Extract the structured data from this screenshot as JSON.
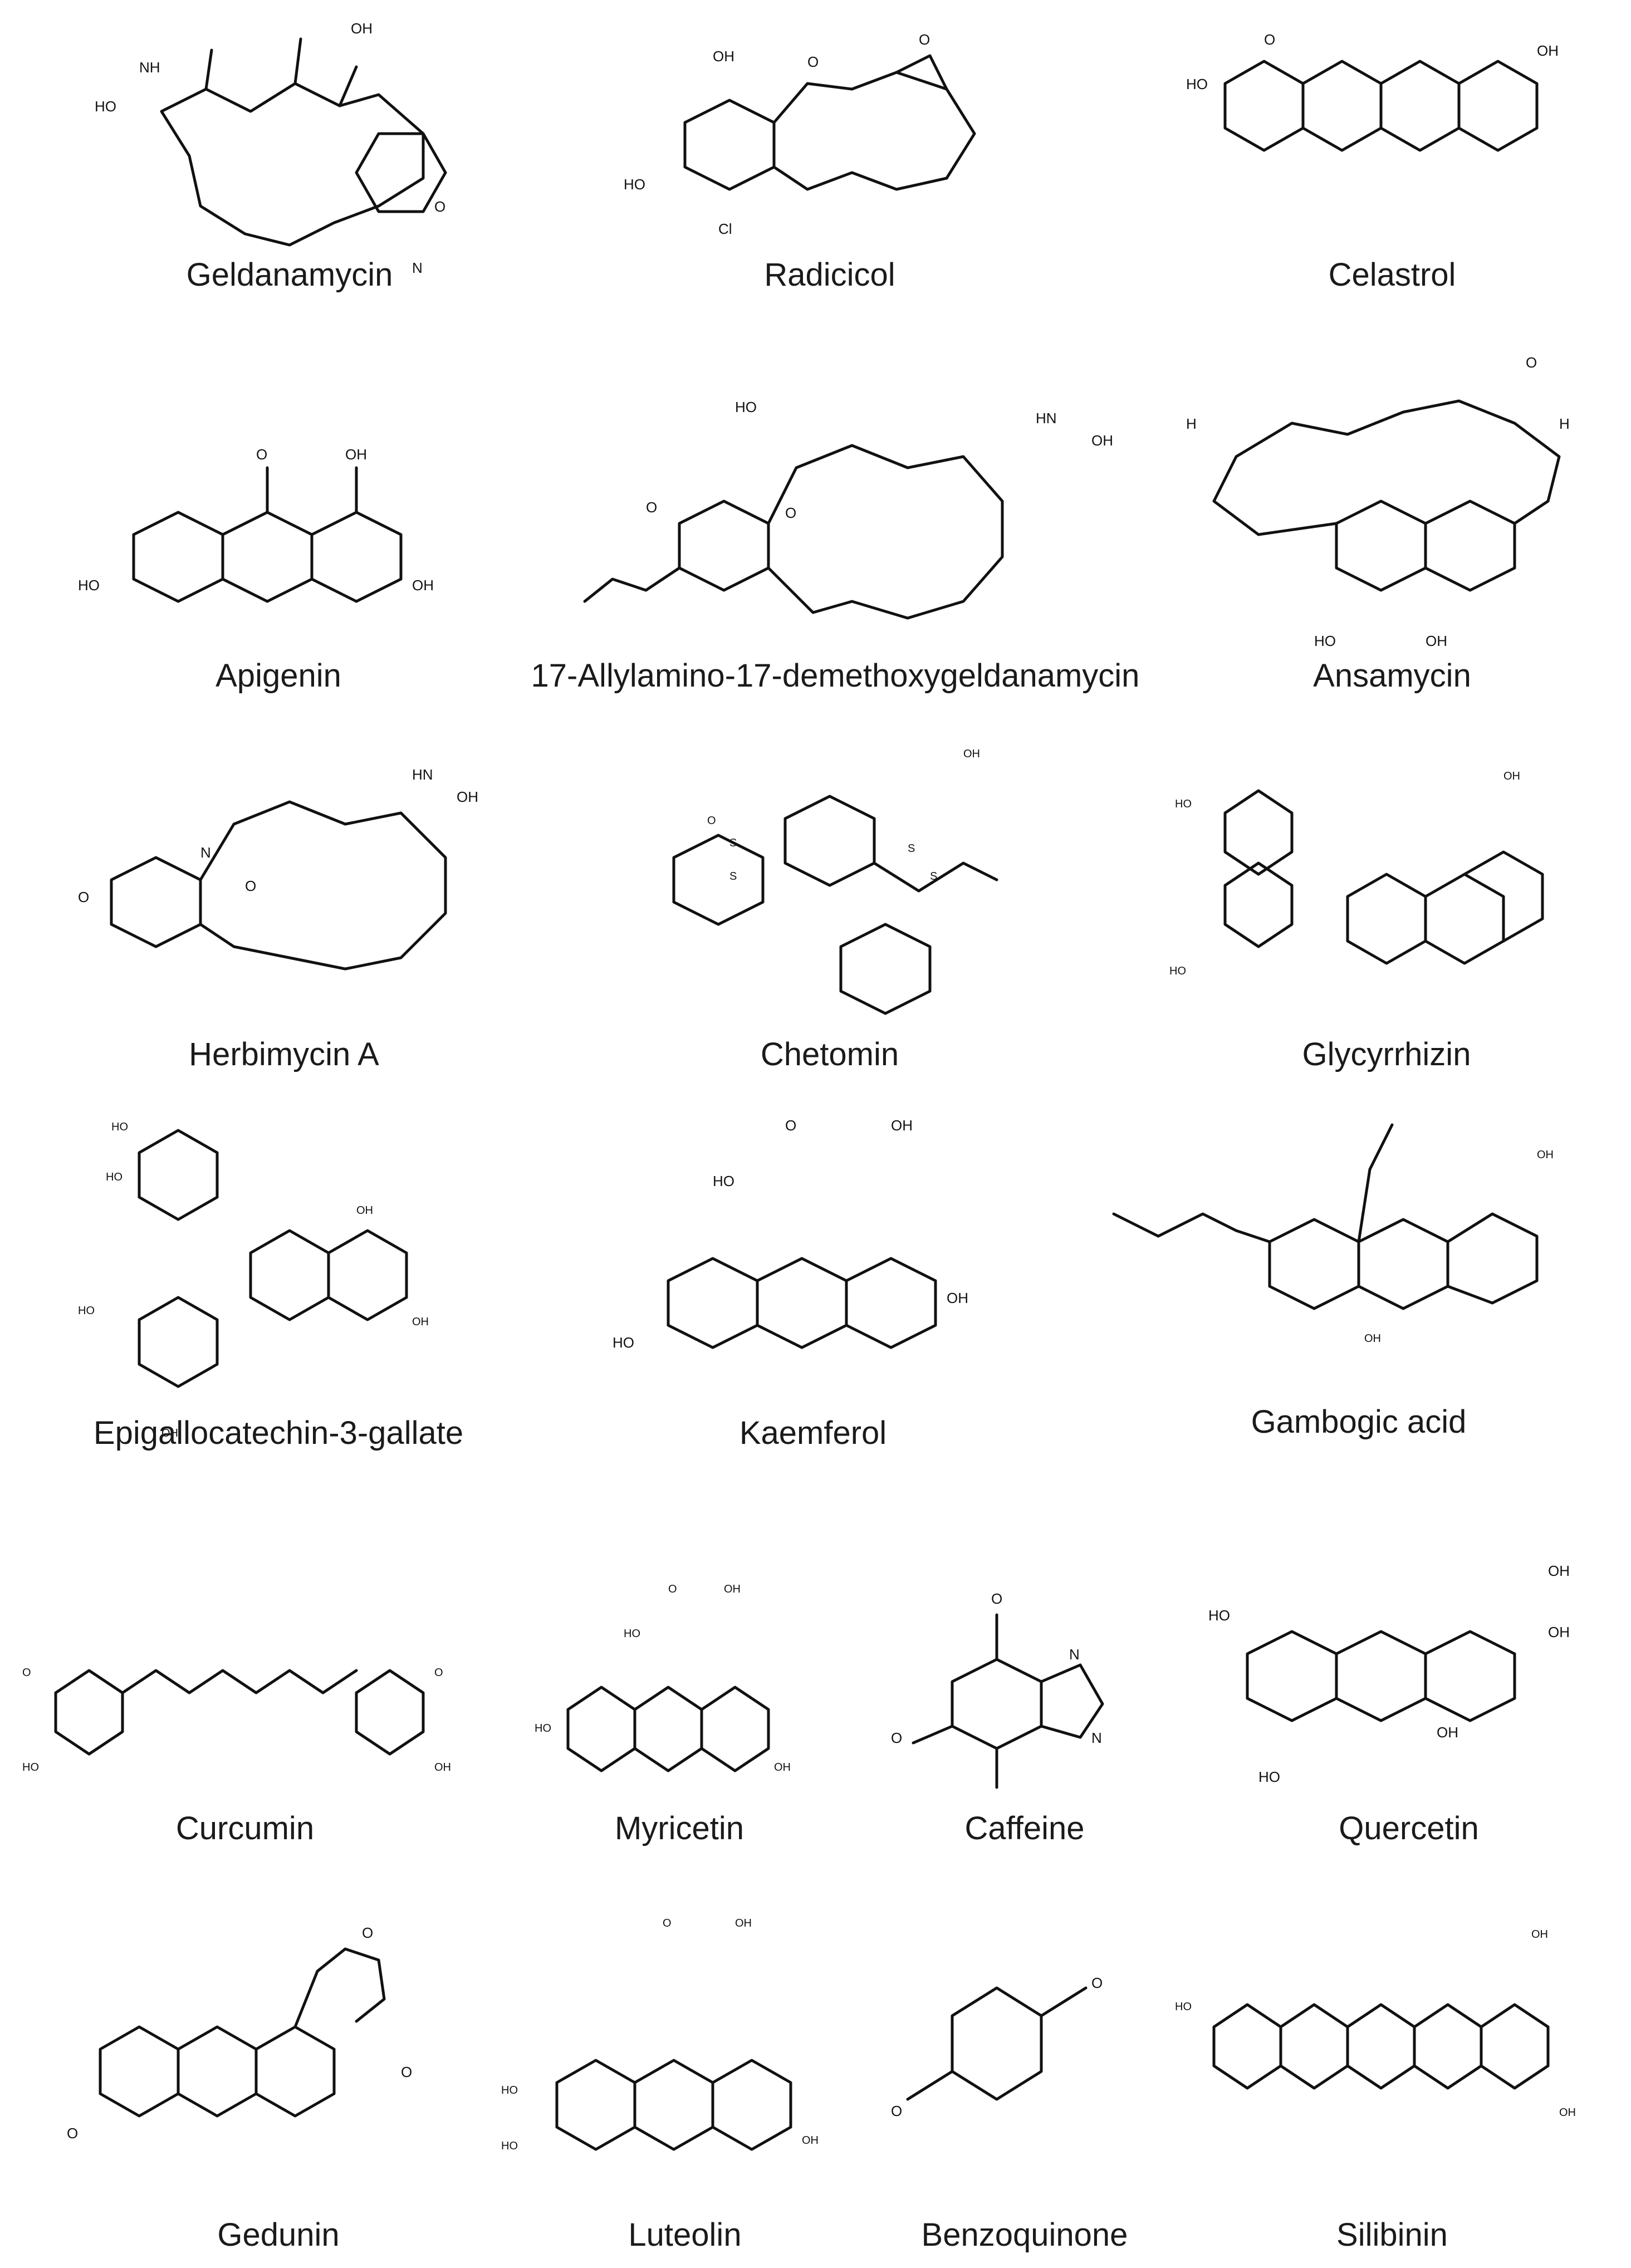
{
  "compounds": [
    {
      "name": "Geldanamycin"
    },
    {
      "name": "Radicicol"
    },
    {
      "name": "Celastrol"
    },
    {
      "name": "Apigenin"
    },
    {
      "name": "17-Allylamino-17-demethoxygeldanamycin"
    },
    {
      "name": "Ansamycin"
    },
    {
      "name": "Herbimycin A"
    },
    {
      "name": "Chetomin"
    },
    {
      "name": "Glycyrrhizin"
    },
    {
      "name": "Epigallocatechin-3-gallate"
    },
    {
      "name": "Kaemferol"
    },
    {
      "name": "Gambogic acid"
    },
    {
      "name": "Curcumin"
    },
    {
      "name": "Myricetin"
    },
    {
      "name": "Caffeine"
    },
    {
      "name": "Quercetin"
    },
    {
      "name": "Gedunin"
    },
    {
      "name": "Luteolin"
    },
    {
      "name": "Benzoquinone"
    },
    {
      "name": "Silibinin"
    }
  ],
  "atoms": {
    "OH": "OH",
    "HO": "HO",
    "O": "O",
    "N": "N",
    "NH": "NH",
    "HN": "HN",
    "H": "H",
    "Cl": "Cl",
    "S": "S"
  }
}
